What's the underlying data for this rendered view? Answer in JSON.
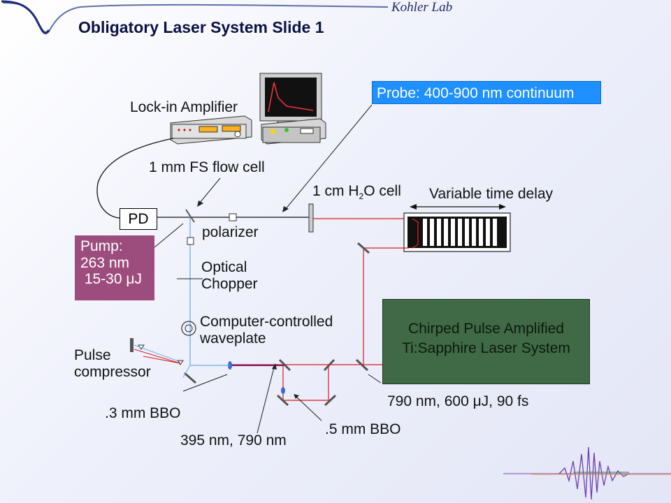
{
  "header": {
    "title": "Obligatory Laser System Slide 1",
    "brand": "Kohler Lab"
  },
  "labels": {
    "lockin": "Lock-in Amplifier",
    "probe": "Probe: 400-900 nm continuum",
    "flowcell": "1 mm FS flow cell",
    "h2o_pre": "1 cm H",
    "h2o_sub": "2",
    "h2o_post": "O cell",
    "delay": "Variable time delay",
    "pd": "PD",
    "polarizer": "polarizer",
    "pump_line1": "Pump:",
    "pump_line2": "263 nm",
    "pump_line3": " 15-30 μJ",
    "chopper_line1": "Optical",
    "chopper_line2": "Chopper",
    "waveplate_line1": "Computer-controlled",
    "waveplate_line2": "waveplate",
    "compressor_line1": "Pulse",
    "compressor_line2": "compressor",
    "laser_line1": "Chirped Pulse Amplified",
    "laser_line2": "Ti:Sapphire Laser System",
    "laser_spec": "790 nm, 600 μJ, 90 fs",
    "bbo3": ".3 mm BBO",
    "bbo5": ".5 mm BBO",
    "wavelengths": "395 nm, 790 nm"
  },
  "colors": {
    "probe_box": "#1e90ff",
    "pump_box": "#9c4d7d",
    "laser_box": "#3f6a45",
    "beam_red": "#d81b1b",
    "beam_blue": "#6ab0e8",
    "beam_purple": "#7a1a6a"
  }
}
